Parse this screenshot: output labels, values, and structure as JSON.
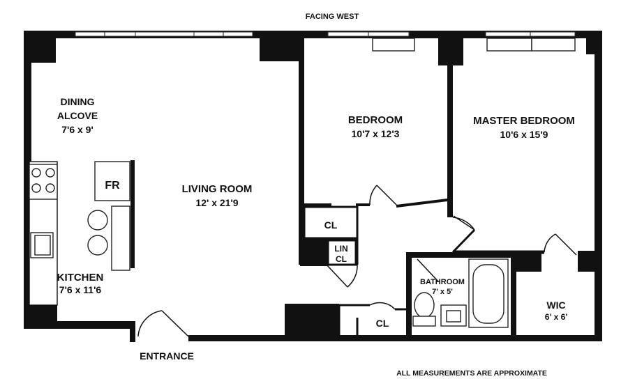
{
  "header": {
    "orientation": "FACING WEST"
  },
  "footer": {
    "note": "ALL MEASUREMENTS ARE APPROXIMATE"
  },
  "rooms": {
    "dining": {
      "name1": "DINING",
      "name2": "ALCOVE",
      "size": "7'6 x 9'"
    },
    "living": {
      "name": "LIVING ROOM",
      "size": "12' x 21'9"
    },
    "bedroom": {
      "name": "BEDROOM",
      "size": "10'7 x 12'3"
    },
    "master": {
      "name": "MASTER BEDROOM",
      "size": "10'6 x 15'9"
    },
    "kitchen": {
      "name": "KITCHEN",
      "size": "7'6 x 11'6"
    },
    "bathroom": {
      "name": "BATHROOM",
      "size": "7' x 5'"
    },
    "wic": {
      "name": "WIC",
      "size": "6' x 6'"
    }
  },
  "labels": {
    "fridge": "FR",
    "closet1": "CL",
    "closet2": "CL",
    "linen1": "LIN",
    "linen2": "CL",
    "entrance": "ENTRANCE"
  }
}
